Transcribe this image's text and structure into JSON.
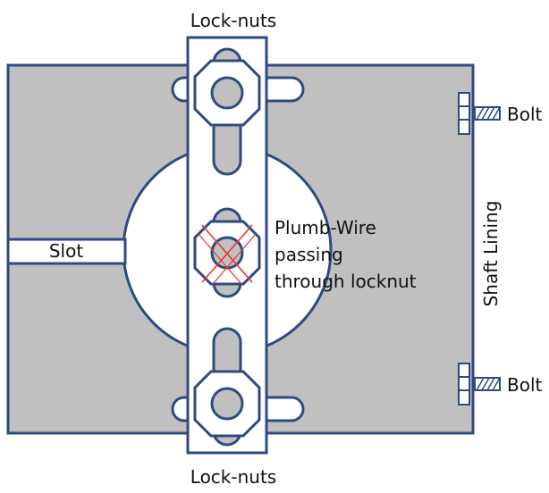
{
  "labels": {
    "lock_nuts_top": "Lock-nuts",
    "lock_nuts_bottom": "Lock-nuts",
    "slot": "Slot",
    "plumb_wire_line1": "Plumb-Wire",
    "plumb_wire_line2": "passing",
    "plumb_wire_line3": "through locknut",
    "shaft_lining": "Shaft Lining",
    "bolt_top": "Bolt",
    "bolt_bottom": "Bolt"
  },
  "colors": {
    "outline": "#2F4A80",
    "plate_fill": "#C0C0C0",
    "white": "#FFFFFF",
    "wire_cross": "#E53935"
  }
}
